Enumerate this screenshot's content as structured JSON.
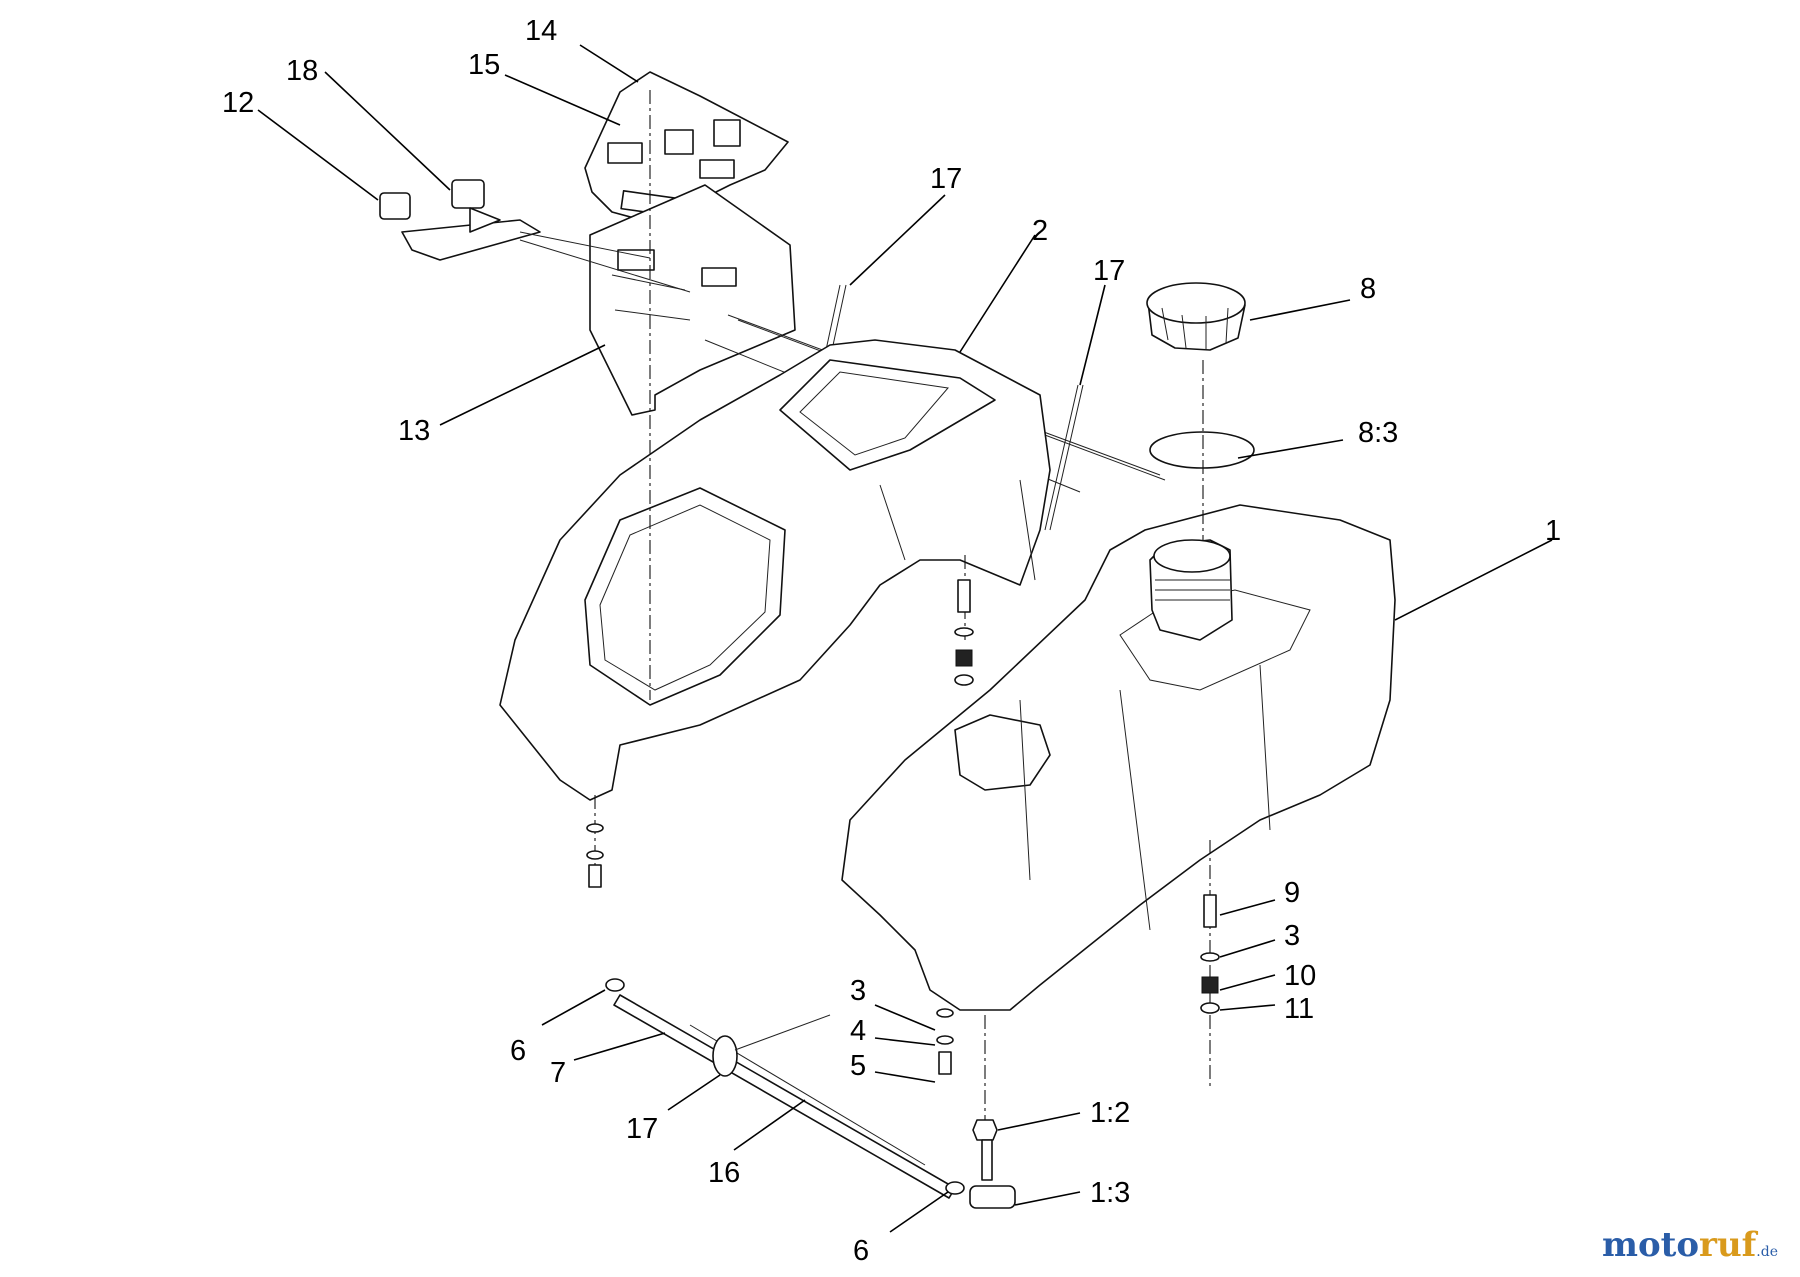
{
  "diagram": {
    "callouts": [
      {
        "id": "c14",
        "text": "14"
      },
      {
        "id": "c15",
        "text": "15"
      },
      {
        "id": "c18",
        "text": "18"
      },
      {
        "id": "c12",
        "text": "12"
      },
      {
        "id": "c17a",
        "text": "17"
      },
      {
        "id": "c2",
        "text": "2"
      },
      {
        "id": "c17b",
        "text": "17"
      },
      {
        "id": "c8",
        "text": "8"
      },
      {
        "id": "c13",
        "text": "13"
      },
      {
        "id": "c83",
        "text": "8:3"
      },
      {
        "id": "c1",
        "text": "1"
      },
      {
        "id": "c9",
        "text": "9"
      },
      {
        "id": "c3a",
        "text": "3"
      },
      {
        "id": "c10",
        "text": "10"
      },
      {
        "id": "c11",
        "text": "11"
      },
      {
        "id": "c3b",
        "text": "3"
      },
      {
        "id": "c4",
        "text": "4"
      },
      {
        "id": "c5",
        "text": "5"
      },
      {
        "id": "c6a",
        "text": "6"
      },
      {
        "id": "c7",
        "text": "7"
      },
      {
        "id": "c17c",
        "text": "17"
      },
      {
        "id": "c16",
        "text": "16"
      },
      {
        "id": "c12b",
        "text": "1:2"
      },
      {
        "id": "c13b",
        "text": "1:3"
      },
      {
        "id": "c6b",
        "text": "6"
      }
    ]
  },
  "watermark": {
    "part1": "moto",
    "part2": "ruf",
    "part3": ".de"
  }
}
